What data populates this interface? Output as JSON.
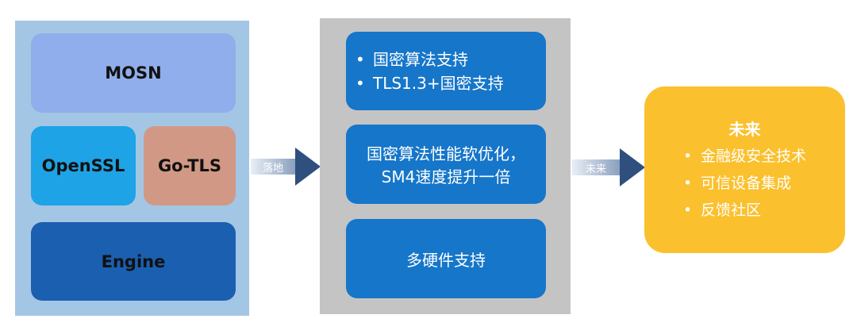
{
  "left": {
    "top": "MOSN",
    "middle_left": "OpenSSL",
    "middle_right": "Go-TLS",
    "bottom": "Engine"
  },
  "arrow1_label": "落地",
  "middle": {
    "box1": [
      "国密算法支持",
      "TLS1.3+国密支持"
    ],
    "box2": [
      "国密算法性能软优化，",
      "SM4速度提升一倍"
    ],
    "box3": "多硬件支持"
  },
  "arrow2_label": "未来",
  "future": {
    "title": "未来",
    "items": [
      "金融级安全技术",
      "可信设备集成",
      "反馈社区"
    ]
  },
  "bullet": "•",
  "colors": {
    "left_panel": "#a3c6e4",
    "mosn": "#90aeeb",
    "openssl": "#1ea3e6",
    "gotls": "#d19985",
    "engine": "#1a5fb0",
    "middle_panel": "#c4c4c4",
    "middle_box": "#1676c9",
    "future": "#fbc02d",
    "arrow": "#2f4f7f"
  }
}
